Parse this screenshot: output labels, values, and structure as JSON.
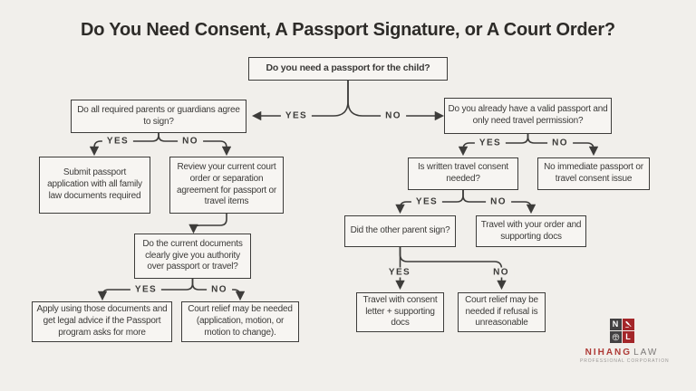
{
  "title": "Do You Need Consent, A Passport Signature, or A Court Order?",
  "nodes": {
    "root": "Do you need a passport for the child?",
    "left_agree": "Do all required parents or guardians agree to sign?",
    "left_submit": "Submit passport application with all family law documents required",
    "left_review": "Review your current court order or separation agreement for passport or travel items",
    "left_docs": "Do the current documents clearly give you authority over passport or travel?",
    "left_apply": "Apply using those documents and get legal advice if the Passport program asks for more",
    "left_court": "Court relief may be needed (application, motion, or motion to change).",
    "right_valid": "Do you already have a valid passport and only need travel permission?",
    "right_consent": "Is written travel consent needed?",
    "right_noissue": "No immediate passport or travel consent issue",
    "right_parent": "Did the other parent sign?",
    "right_order": "Travel with your order and supporting docs",
    "right_letter": "Travel with consent letter + supporting docs",
    "right_refusal": "Court relief may be needed if refusal is unreasonable"
  },
  "edges": [
    {
      "from": "root",
      "to": "left_agree",
      "label": "YES"
    },
    {
      "from": "root",
      "to": "right_valid",
      "label": "NO"
    },
    {
      "from": "left_agree",
      "to": "left_submit",
      "label": "YES"
    },
    {
      "from": "left_agree",
      "to": "left_review",
      "label": "NO"
    },
    {
      "from": "left_review",
      "to": "left_docs",
      "label": ""
    },
    {
      "from": "left_docs",
      "to": "left_apply",
      "label": "YES"
    },
    {
      "from": "left_docs",
      "to": "left_court",
      "label": "NO"
    },
    {
      "from": "right_valid",
      "to": "right_consent",
      "label": "YES"
    },
    {
      "from": "right_valid",
      "to": "right_noissue",
      "label": "NO"
    },
    {
      "from": "right_consent",
      "to": "right_parent",
      "label": "YES"
    },
    {
      "from": "right_consent",
      "to": "right_order",
      "label": "NO"
    },
    {
      "from": "right_parent",
      "to": "right_letter",
      "label": "YES"
    },
    {
      "from": "right_parent",
      "to": "right_refusal",
      "label": "NO"
    }
  ],
  "logo": {
    "tile_n": "N",
    "tile_l": "L",
    "icons": [
      "gavel-icon",
      "scales-icon"
    ],
    "name_primary": "NIHANG",
    "name_secondary": "LAW",
    "subtitle": "PROFESSIONAL CORPORATION"
  },
  "colors": {
    "background": "#f1efeb",
    "line": "#3d3c3a",
    "box_fill": "#f7f5f2",
    "logo_red": "#a32629",
    "logo_dark": "#434142",
    "brand_text_red": "#ae3a36",
    "brand_text_gray": "#7b7877"
  }
}
